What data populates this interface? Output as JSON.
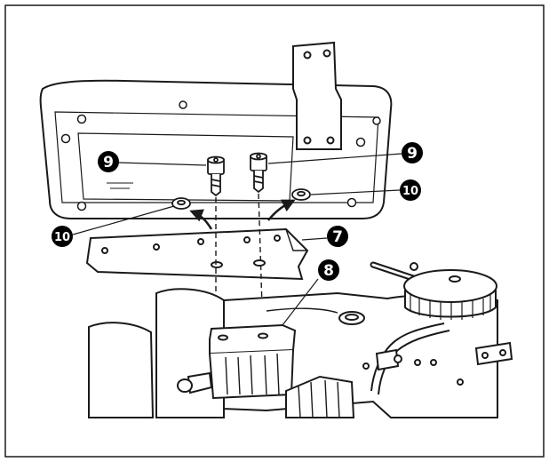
{
  "colors": {
    "line": "#1a1a1a",
    "paper": "#ffffff",
    "callout_fill": "#000000",
    "callout_text": "#ffffff"
  },
  "callouts": {
    "c9a": "9",
    "c9b": "9",
    "c10a": "10",
    "c10b": "10",
    "c7": "7",
    "c8": "8"
  }
}
